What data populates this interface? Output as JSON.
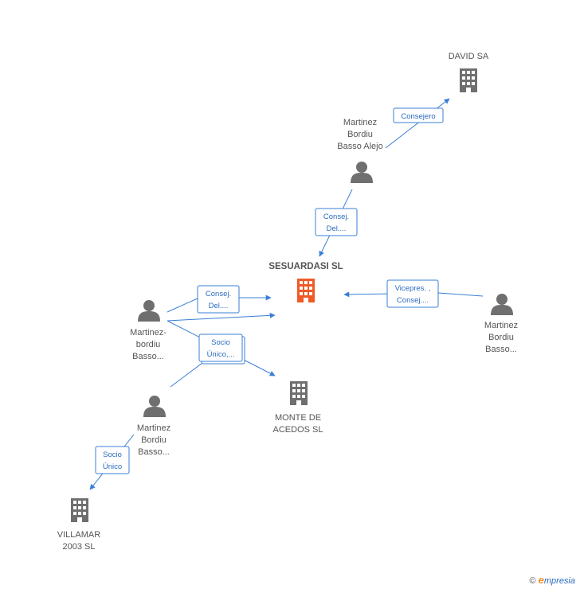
{
  "nodes": {
    "david_sa": {
      "label": [
        "DAVID SA"
      ],
      "type": "company"
    },
    "alejo": {
      "label": [
        "Martinez",
        "Bordiu",
        "Basso Alejo"
      ],
      "type": "person"
    },
    "sesuardasi": {
      "label": [
        "SESUARDASI SL"
      ],
      "type": "company",
      "highlighted": true
    },
    "person_left": {
      "label": [
        "Martinez-",
        "bordiu",
        "Basso..."
      ],
      "type": "person"
    },
    "person_right": {
      "label": [
        "Martinez",
        "Bordiu",
        "Basso..."
      ],
      "type": "person"
    },
    "person_mid": {
      "label": [
        "Martinez",
        "Bordiu",
        "Basso..."
      ],
      "type": "person"
    },
    "monte": {
      "label": [
        "MONTE DE",
        "ACEDOS SL"
      ],
      "type": "company"
    },
    "villamar": {
      "label": [
        "VILLAMAR",
        "2003 SL"
      ],
      "type": "company"
    }
  },
  "edges": [
    {
      "id": "consejero",
      "lines": [
        "Consejero"
      ]
    },
    {
      "id": "consej_del_top",
      "lines": [
        "Consej.",
        "Del...."
      ]
    },
    {
      "id": "consej_del_left",
      "lines": [
        "Consej.",
        "Del...."
      ]
    },
    {
      "id": "vicepres",
      "lines": [
        "Vicepres. ,",
        "Consej...."
      ]
    },
    {
      "id": "socio_unico_multi",
      "lines": [
        "Socio",
        "Único,..."
      ]
    },
    {
      "id": "socio_unico_bottom",
      "lines": [
        "Socio",
        "Único"
      ]
    }
  ],
  "colors": {
    "company": "#6f6f6f",
    "highlight": "#f05a28",
    "person": "#6f6f6f",
    "edge": "#3a7fd5",
    "edge_text": "#2b6bbf"
  },
  "footer": {
    "copyright": "©",
    "brand_initial": "e",
    "brand_rest": "mpresia"
  }
}
